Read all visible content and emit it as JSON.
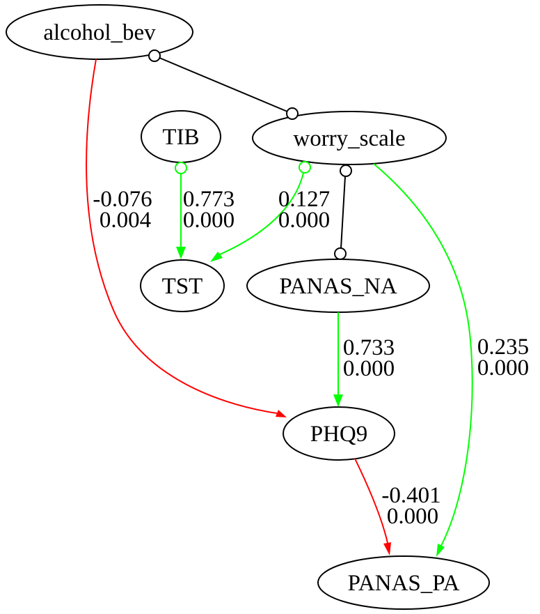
{
  "diagram": {
    "type": "causal-graph",
    "background": "#ffffff"
  },
  "colors": {
    "node_outline": "#000000",
    "text": "#000000",
    "positive_edge": "#00ff00",
    "negative_edge": "#ff0000",
    "neutral_edge": "#000000"
  },
  "nodes": [
    {
      "id": "alcohol_bev",
      "label": "alcohol_bev"
    },
    {
      "id": "TIB",
      "label": "TIB"
    },
    {
      "id": "worry_scale",
      "label": "worry_scale"
    },
    {
      "id": "TST",
      "label": "TST"
    },
    {
      "id": "PANAS_NA",
      "label": "PANAS_NA"
    },
    {
      "id": "PHQ9",
      "label": "PHQ9"
    },
    {
      "id": "PANAS_PA",
      "label": "PANAS_PA"
    }
  ],
  "edges": [
    {
      "from": "alcohol_bev",
      "to": "worry_scale",
      "type": "circle-circle",
      "color": "#000000"
    },
    {
      "from": "alcohol_bev",
      "to": "PHQ9",
      "type": "arrow",
      "color": "#ff0000",
      "coefficient": "-0.076",
      "p_value": "0.004"
    },
    {
      "from": "TIB",
      "to": "TST",
      "type": "circle-arrow",
      "color": "#00ff00",
      "coefficient": "0.773",
      "p_value": "0.000"
    },
    {
      "from": "worry_scale",
      "to": "TST",
      "type": "circle-arrow",
      "color": "#00ff00",
      "coefficient": "0.127",
      "p_value": "0.000"
    },
    {
      "from": "worry_scale",
      "to": "PANAS_NA",
      "type": "circle-circle",
      "color": "#000000"
    },
    {
      "from": "worry_scale",
      "to": "PANAS_PA",
      "type": "arrow",
      "color": "#00ff00",
      "coefficient": "0.235",
      "p_value": "0.000"
    },
    {
      "from": "PANAS_NA",
      "to": "PHQ9",
      "type": "arrow",
      "color": "#00ff00",
      "coefficient": "0.733",
      "p_value": "0.000"
    },
    {
      "from": "PHQ9",
      "to": "PANAS_PA",
      "type": "arrow",
      "color": "#ff0000",
      "coefficient": "-0.401",
      "p_value": "0.000"
    }
  ]
}
